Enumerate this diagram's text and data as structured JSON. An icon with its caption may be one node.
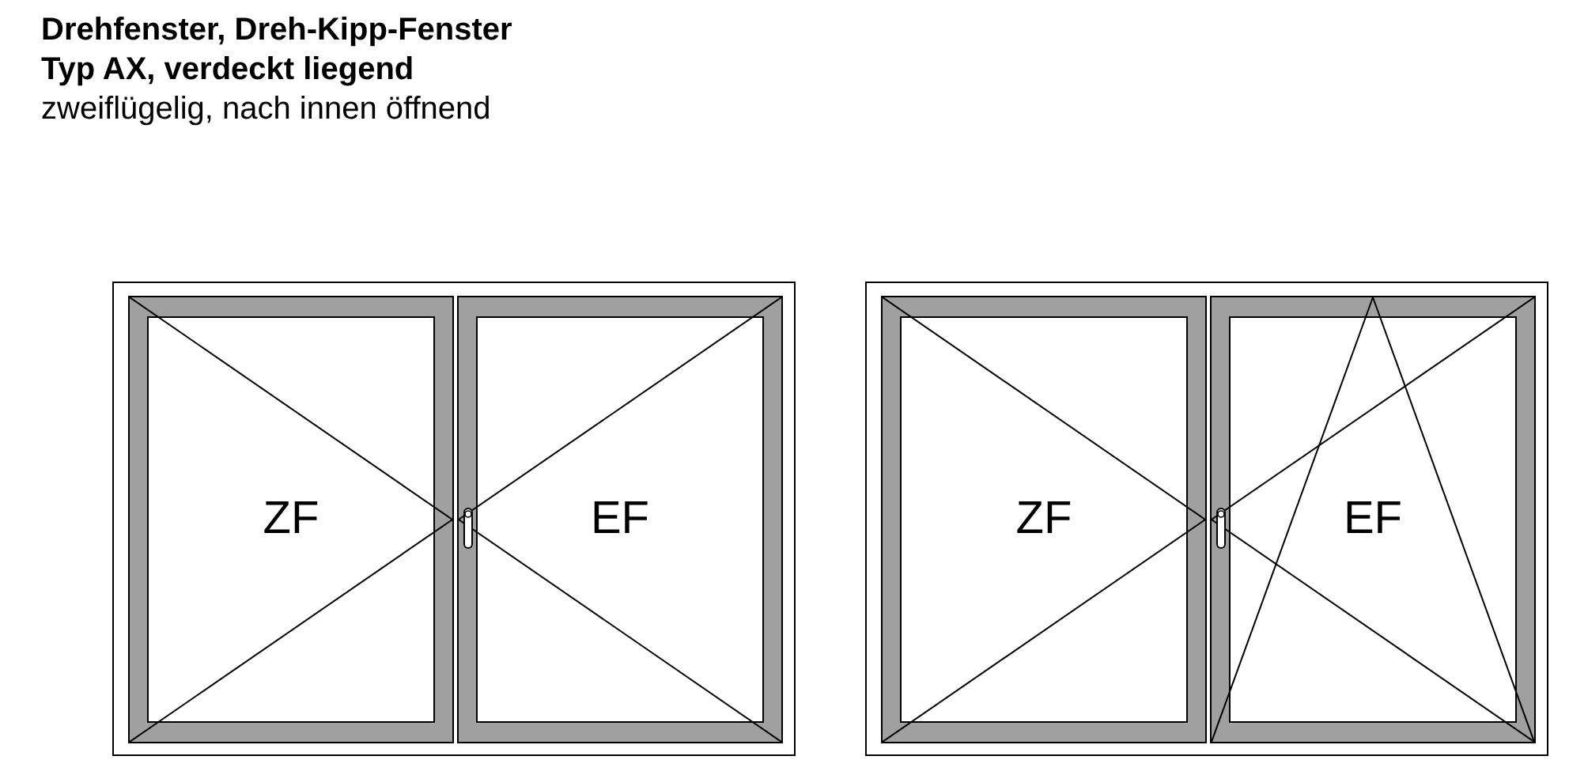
{
  "diagram": {
    "title": "Drehfenster, Dreh-Kipp-Fenster",
    "nodes": [
      {
        "text": [],
        "shape": "box"
      },
      {
        "text": [
          "ZF"
        ],
        "in": 0
      },
      {
        "text": [
          "EF"
        ],
        "in": 0
      },
      {
        "text": [],
        "shape": "box"
      },
      {
        "text": [
          "ZF"
        ],
        "in": 3
      },
      {
        "text": [
          "EF"
        ],
        "in": 3
      }
    ],
    "labels": [
      "Typ AX, verdeckt liegend",
      "zweiflügelig, nach innen öffnend"
    ]
  }
}
